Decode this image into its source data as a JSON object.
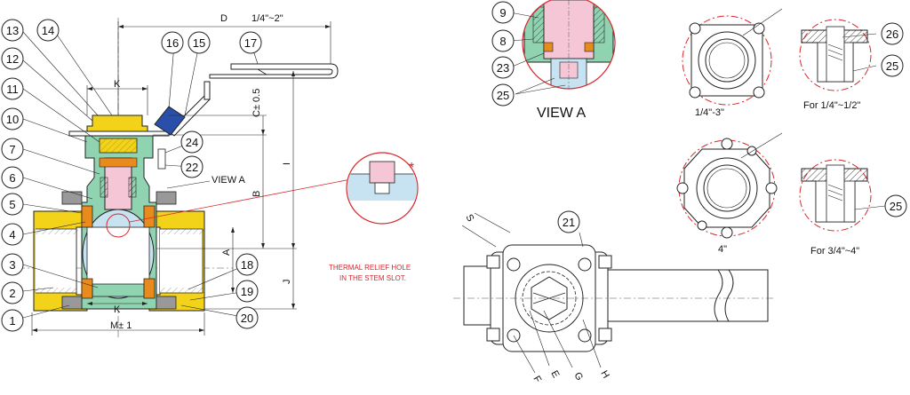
{
  "callouts": {
    "c1": "1",
    "c2": "2",
    "c3": "3",
    "c4": "4",
    "c5": "5",
    "c6": "6",
    "c7": "7",
    "c8": "8",
    "c9": "9",
    "c10": "10",
    "c11": "11",
    "c12": "12",
    "c13": "13",
    "c14": "14",
    "c15": "15",
    "c16": "16",
    "c17": "17",
    "c18": "18",
    "c19": "19",
    "c20": "20",
    "c21": "21",
    "c22": "22",
    "c23": "23",
    "c24": "24",
    "c25": "25",
    "c26": "26"
  },
  "dimensions": {
    "D": "D",
    "D_range": "1/4\"~2\"",
    "K_top": "K",
    "K_bottom": "K",
    "C": "C± 0.5",
    "B": "B",
    "I": "I",
    "A": "A",
    "J": "J",
    "M": "M± 1",
    "S": "S",
    "E": "E",
    "F": "F",
    "G": "G",
    "H": "H"
  },
  "labels": {
    "view_a_pointer": "VIEW A",
    "view_a_title": "VIEW A",
    "thermal_note_line1": "THERMAL RELIEF HOLE",
    "thermal_note_line2": "IN THE STEM SLOT.",
    "asterisk": "*",
    "size_small_flange": "1/4\"-3\"",
    "size_large_flange": "4\"",
    "for_small": "For 1/4\"~1/2\"",
    "for_large": "For 3/4\"~4\""
  },
  "colors": {
    "body_yellow": "#f3d21a",
    "body_green": "#8fd3b0",
    "seal_orange": "#e98a1c",
    "stem_pink": "#f4c6d6",
    "ball_blue": "#c7e3f1",
    "lever_blue": "#2a4fa8",
    "red_line": "#d8262c"
  }
}
